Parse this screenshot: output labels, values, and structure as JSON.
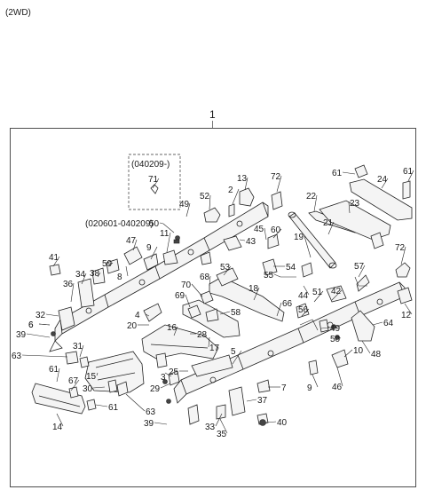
{
  "header": {
    "variant": "(2WD)"
  },
  "assembly": {
    "number": "1"
  },
  "callouts": {
    "date_range_box": "(040209-)",
    "date_range_inline": "(020601-040209)"
  },
  "labels": {
    "l1": "2",
    "l2": "3",
    "l3": "4",
    "l4": "5",
    "l5": "6",
    "l6": "7",
    "l7": "8",
    "l8": "9",
    "l9": "9",
    "l10": "10",
    "l11": "11",
    "l12": "12",
    "l13": "13",
    "l14": "14",
    "l15": "15",
    "l16": "16",
    "l17": "17",
    "l18": "18",
    "l19": "19",
    "l20": "20",
    "l21": "21",
    "l22": "22",
    "l23": "23",
    "l24": "24",
    "l25": "25",
    "l26": "28",
    "l27": "29",
    "l28": "30",
    "l29": "31",
    "l30": "32",
    "l31": "33",
    "l32": "34",
    "l33": "35",
    "l34": "36",
    "l35": "37",
    "l36": "38",
    "l37": "39",
    "l38": "39",
    "l39": "40",
    "l40": "41",
    "l41": "42",
    "l42": "43",
    "l43": "44",
    "l44": "45",
    "l45": "46",
    "l46": "47",
    "l47": "48",
    "l48": "49",
    "l49": "49",
    "l50": "50",
    "l51": "50",
    "l52": "51",
    "l53": "52",
    "l54": "53",
    "l55": "54",
    "l56": "55",
    "l57": "56",
    "l58": "57",
    "l59": "58",
    "l60": "59",
    "l61": "60",
    "l62": "61",
    "l63": "61",
    "l64": "61",
    "l65": "61",
    "l66": "63",
    "l67": "63",
    "l68": "64",
    "l69": "66",
    "l70": "67",
    "l71": "68",
    "l72": "69",
    "l73": "70",
    "l74": "71",
    "l75": "72",
    "l76": "72",
    "l77": "6"
  }
}
